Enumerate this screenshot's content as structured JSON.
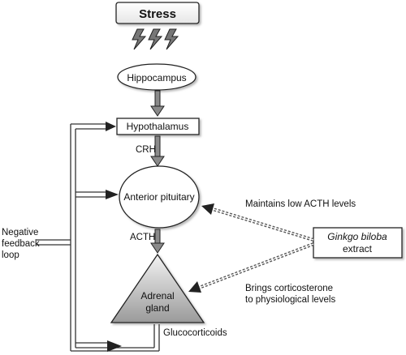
{
  "nodes": {
    "stress": "Stress",
    "hippocampus": "Hippocampus",
    "hypothalamus": "Hypothalamus",
    "anterior_pituitary": "Anterior pituitary",
    "adrenal_line1": "Adrenal",
    "adrenal_line2": "gland",
    "ginkgo_name": "Ginkgo biloba",
    "ginkgo_suffix": "extract"
  },
  "labels": {
    "crh": "CRH",
    "acth": "ACTH",
    "glucocorticoids": "Glucocorticoids",
    "feedback_line1": "Negative",
    "feedback_line2": "feedback",
    "feedback_line3": "loop",
    "maintains_acth": "Maintains low ACTH levels",
    "corticosterone_line1": "Brings corticosterone",
    "corticosterone_line2": "to physiological levels"
  },
  "colors": {
    "stroke": "#222222",
    "arrow_fill": "#8a8a8a",
    "dashed_arrow": "#555555"
  },
  "icons": [
    "lightning-bolt-icon",
    "lightning-bolt-icon",
    "lightning-bolt-icon"
  ]
}
